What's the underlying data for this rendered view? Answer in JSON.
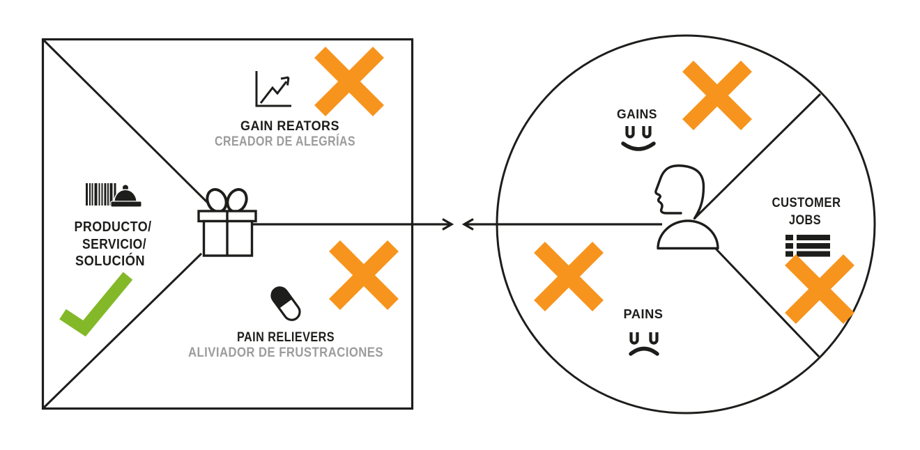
{
  "palette": {
    "ink": "#1D1D1B",
    "gray": "#9C9C9C",
    "orange": "#F7941D",
    "green": "#83B828",
    "background": "#FFFFFF"
  },
  "value_map": {
    "shape": "square",
    "center_icon": "gift-icon",
    "sections": {
      "gain_creators": {
        "label": "GAIN REATORS",
        "sublabel": "CREADOR DE ALEGRÍAS",
        "icon": "line-chart-icon",
        "marker": "orange-cross"
      },
      "product": {
        "lines": [
          "PRODUCTO/",
          "SERVICIO/",
          "SOLUCIÓN"
        ],
        "icon": "barcode-and-cloche-icon",
        "marker": "green-check"
      },
      "pain_relievers": {
        "label": "PAIN RELIEVERS",
        "sublabel": "ALIVIADOR DE FRUSTRACIONES",
        "icon": "pill-icon",
        "marker": "orange-cross"
      }
    }
  },
  "customer_profile": {
    "shape": "circle",
    "center_icon": "person-icon",
    "sections": {
      "gains": {
        "label": "GAINS",
        "icon": "smiley-face-icon",
        "marker": "orange-cross"
      },
      "customer_jobs": {
        "lines": [
          "CUSTOMER",
          "JOBS"
        ],
        "icon": "task-list-icon",
        "marker": "orange-cross"
      },
      "pains": {
        "label": "PAINS",
        "icon": "frown-face-icon",
        "marker": "orange-cross"
      }
    }
  },
  "connector": {
    "type": "two-opposing-arrows"
  }
}
